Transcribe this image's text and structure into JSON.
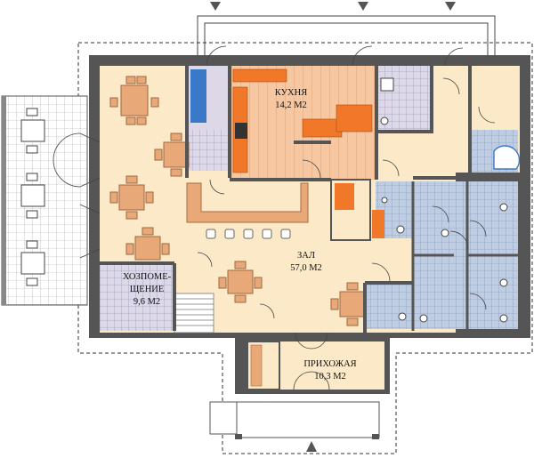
{
  "rooms": {
    "kitchen": {
      "name": "КУХНЯ",
      "area": "14,2 М2"
    },
    "hall": {
      "name": "ЗАЛ",
      "area": "57,0 М2"
    },
    "utility": {
      "name_line1": "ХОЗПОМЕ-",
      "name_line2": "ЩЕНИЕ",
      "area": "9,6 М2"
    },
    "entrance": {
      "name": "ПРИХОЖАЯ",
      "area": "10,3 М2"
    }
  },
  "colors": {
    "wall": "#555555",
    "hall_floor": "#fbe9c8",
    "kitchen_floor": "#f6c9a3",
    "counter": "#f07828",
    "tile": "#d9d6e6",
    "blue_tile": "#b9c9df",
    "furniture": "#e8a878",
    "fixture_blue": "#3a78c8",
    "terrace_grid": "#dde3ea"
  },
  "icons": [
    "entry-arrow-icon",
    "section-marker-icon"
  ]
}
